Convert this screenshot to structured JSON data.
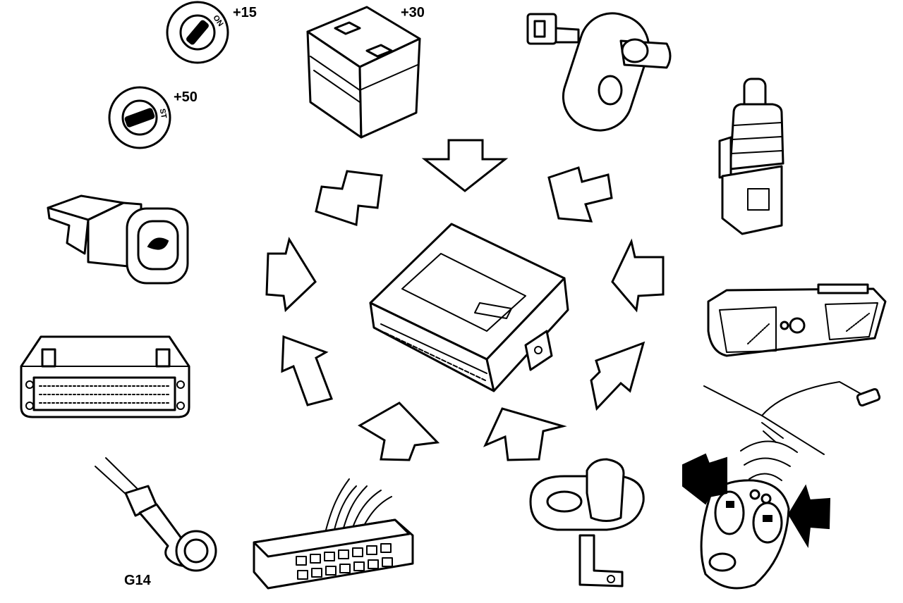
{
  "labels": {
    "ignition_on": "+15",
    "ignition_start": "+50",
    "battery": "+30",
    "ground": "G14",
    "switch_on_mark": "ON",
    "switch_st_mark": "ST"
  },
  "colors": {
    "line": "#000000",
    "background": "#ffffff"
  }
}
